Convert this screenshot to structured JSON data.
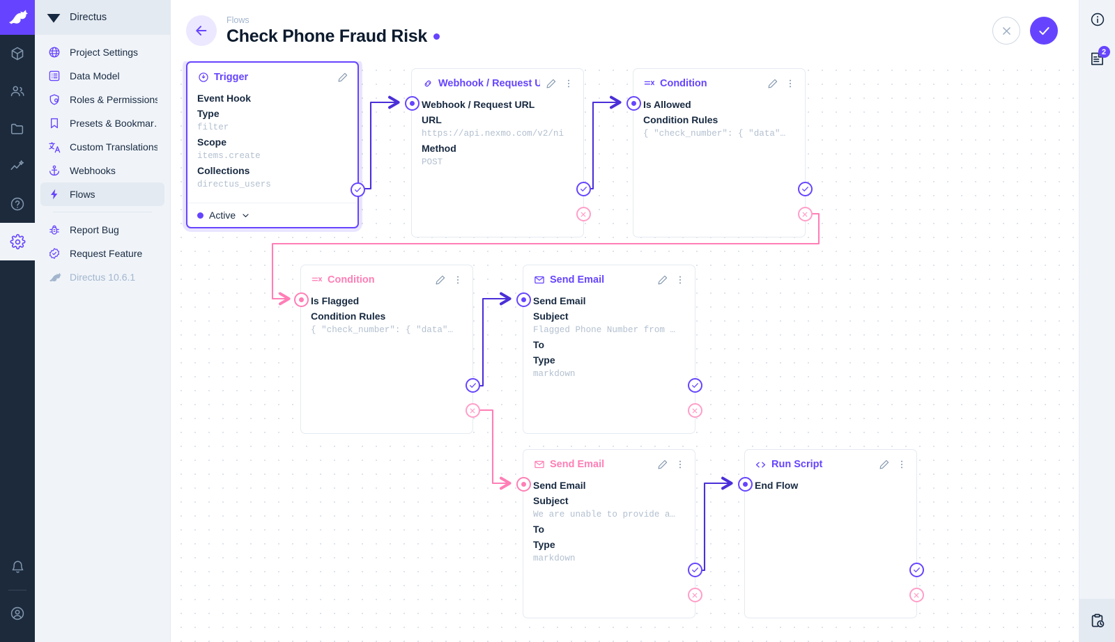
{
  "brand": {
    "name": "Directus",
    "logo_icon": "directus-rabbit-logo",
    "version": "Directus 10.6.1"
  },
  "rail": {
    "items": [
      {
        "icon": "box-icon",
        "name": "content"
      },
      {
        "icon": "users-icon",
        "name": "user-directory"
      },
      {
        "icon": "folder-icon",
        "name": "file-library"
      },
      {
        "icon": "insights-icon",
        "name": "insights"
      },
      {
        "icon": "help-icon",
        "name": "help"
      },
      {
        "icon": "gear-icon",
        "name": "settings"
      }
    ],
    "bottom": [
      {
        "icon": "bell-icon",
        "name": "notifications"
      },
      {
        "icon": "account-icon",
        "name": "account"
      }
    ]
  },
  "sidebar": {
    "header_title": "Directus",
    "items": [
      {
        "label": "Project Settings",
        "icon": "globe-icon"
      },
      {
        "label": "Data Model",
        "icon": "list-alt-icon"
      },
      {
        "label": "Roles & Permissions",
        "icon": "shield-icon"
      },
      {
        "label": "Presets & Bookmar…",
        "icon": "bookmark-icon"
      },
      {
        "label": "Custom Translations",
        "icon": "translate-icon"
      },
      {
        "label": "Webhooks",
        "icon": "anchor-icon"
      },
      {
        "label": "Flows",
        "icon": "bolt-icon",
        "selected": true
      }
    ],
    "footer_items": [
      {
        "label": "Report Bug",
        "icon": "bug-icon"
      },
      {
        "label": "Request Feature",
        "icon": "check-badge-icon"
      }
    ]
  },
  "header": {
    "breadcrumb": "Flows",
    "title": "Check Phone Fraud Risk",
    "status_dot_color": "#6644ff",
    "back_icon": "arrow-left-icon",
    "cancel_label": "✕",
    "save_label": "✓"
  },
  "inspector": {
    "info_icon": "info-icon",
    "logs_icon": "logs-icon",
    "logs_badge": "2",
    "activity_icon": "clipboard-clock-icon"
  },
  "flow": {
    "nodes": [
      {
        "id": "trigger",
        "kind": "trigger",
        "title": "Trigger",
        "title_color": "purple",
        "head_icon": "trigger-bolt-circle-icon",
        "has_options": false,
        "rows": [
          {
            "type": "name",
            "text": "Event Hook"
          },
          {
            "type": "key",
            "text": "Type"
          },
          {
            "type": "val",
            "text": "filter"
          },
          {
            "type": "key",
            "text": "Scope"
          },
          {
            "type": "val",
            "text": "items.create"
          },
          {
            "type": "key",
            "text": "Collections"
          },
          {
            "type": "val",
            "text": "directus_users"
          }
        ],
        "footer": {
          "label": "Active",
          "chevron": "chevron-down-icon"
        },
        "ports": {
          "in": false,
          "ok": true,
          "rej": false
        }
      },
      {
        "id": "webhook",
        "kind": "operation",
        "title": "Webhook / Request U",
        "title_color": "purple",
        "head_icon": "link-icon",
        "has_options": true,
        "rows": [
          {
            "type": "name",
            "text": "Webhook / Request URL"
          },
          {
            "type": "key",
            "text": "URL"
          },
          {
            "type": "val",
            "text": "https://api.nexmo.com/v2/ni"
          },
          {
            "type": "key",
            "text": "Method"
          },
          {
            "type": "val",
            "text": "POST"
          }
        ],
        "ports": {
          "in": true,
          "in_color": "purple",
          "ok": true,
          "rej": true
        }
      },
      {
        "id": "cond-allowed",
        "kind": "operation",
        "title": "Condition",
        "title_color": "purple",
        "head_icon": "condition-icon",
        "has_options": true,
        "rows": [
          {
            "type": "name",
            "text": "Is Allowed"
          },
          {
            "type": "key",
            "text": "Condition Rules"
          },
          {
            "type": "val",
            "text": "{ \"check_number\": { \"data\"…"
          }
        ],
        "ports": {
          "in": true,
          "in_color": "purple",
          "ok": true,
          "rej": true
        }
      },
      {
        "id": "cond-flagged",
        "kind": "operation",
        "title": "Condition",
        "title_color": "pink",
        "head_icon": "condition-icon",
        "has_options": true,
        "rows": [
          {
            "type": "name",
            "text": "Is Flagged"
          },
          {
            "type": "key",
            "text": "Condition Rules"
          },
          {
            "type": "val",
            "text": "{ \"check_number\": { \"data\"…"
          }
        ],
        "ports": {
          "in": true,
          "in_color": "pink",
          "ok": true,
          "rej": true
        }
      },
      {
        "id": "email-flagged",
        "kind": "operation",
        "title": "Send Email",
        "title_color": "purple",
        "head_icon": "mail-icon",
        "has_options": true,
        "rows": [
          {
            "type": "name",
            "text": "Send Email"
          },
          {
            "type": "key",
            "text": "Subject"
          },
          {
            "type": "val",
            "text": "Flagged Phone Number from …"
          },
          {
            "type": "key",
            "text": "To"
          },
          {
            "type": "key",
            "text": "Type"
          },
          {
            "type": "val",
            "text": "markdown"
          }
        ],
        "ports": {
          "in": true,
          "in_color": "purple",
          "ok": true,
          "rej": true
        }
      },
      {
        "id": "email-unable",
        "kind": "operation",
        "title": "Send Email",
        "title_color": "pink",
        "head_icon": "mail-icon",
        "has_options": true,
        "rows": [
          {
            "type": "name",
            "text": "Send Email"
          },
          {
            "type": "key",
            "text": "Subject"
          },
          {
            "type": "val",
            "text": "We are unable to provide a…"
          },
          {
            "type": "key",
            "text": "To"
          },
          {
            "type": "key",
            "text": "Type"
          },
          {
            "type": "val",
            "text": "markdown"
          }
        ],
        "ports": {
          "in": true,
          "in_color": "pink",
          "ok": true,
          "rej": true
        }
      },
      {
        "id": "run-script",
        "kind": "operation",
        "title": "Run Script",
        "title_color": "purple",
        "head_icon": "code-icon",
        "has_options": true,
        "rows": [
          {
            "type": "name",
            "text": "End Flow"
          }
        ],
        "ports": {
          "in": true,
          "in_color": "purple",
          "ok": true,
          "rej": true
        }
      }
    ],
    "edit_icon": "pencil-icon",
    "options_icon": "more-vertical-icon"
  }
}
